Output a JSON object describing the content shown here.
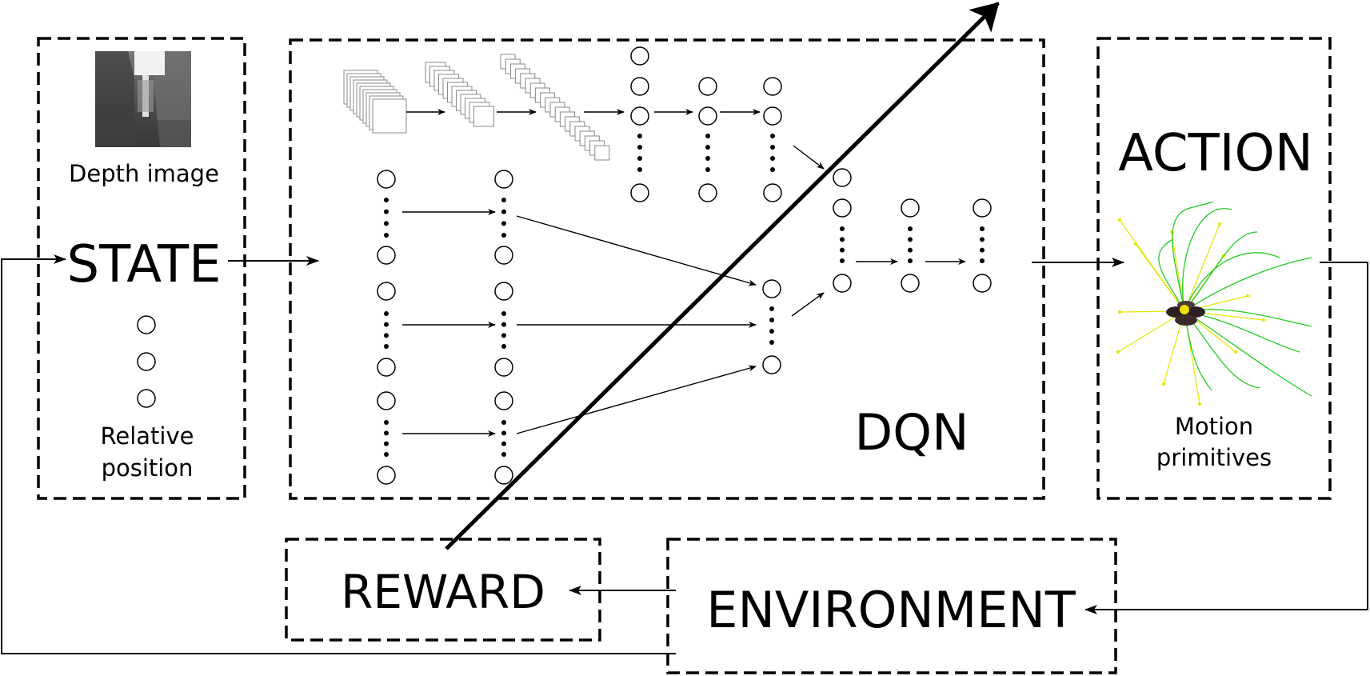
{
  "state": {
    "title": "STATE",
    "depth_label": "Depth image",
    "position_label_line1": "Relative",
    "position_label_line2": "position"
  },
  "dqn": {
    "title": "DQN"
  },
  "action": {
    "title": "ACTION",
    "primitives_label_line1": "Motion",
    "primitives_label_line2": "primitives"
  },
  "reward": {
    "title": "REWARD"
  },
  "environment": {
    "title": "ENVIRONMENT"
  },
  "colors": {
    "line": "#000000",
    "primitive_yellow": "#e6e600",
    "primitive_green": "#22cc22",
    "depth_dark": "#555555",
    "depth_light": "#e8e8e8"
  },
  "icons": [
    "depth-image-thumbnail",
    "quadrotor-icon",
    "arrow-icon"
  ]
}
